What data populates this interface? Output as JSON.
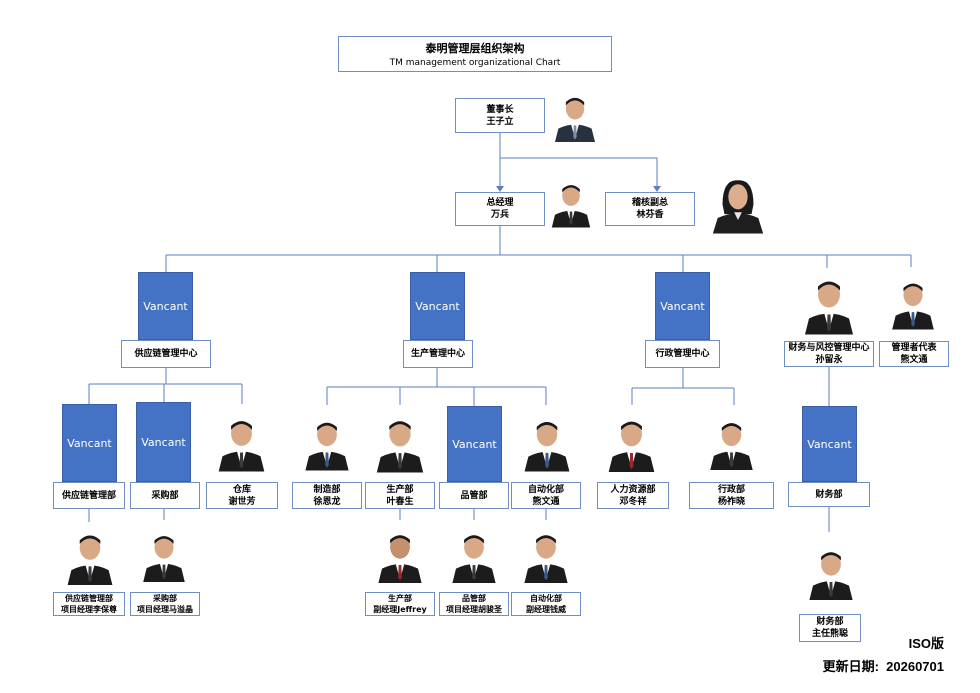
{
  "title": {
    "cn": "泰明管理层组织架构",
    "en": "TM management organizational Chart"
  },
  "vacant_label": "Vancant",
  "chairman": {
    "role": "董事长",
    "name": "王子立"
  },
  "general_manager": {
    "role": "总经理",
    "name": "万兵"
  },
  "audit_vp": {
    "role": "稽核副总",
    "name": "林芬香"
  },
  "supply_center": {
    "name": "供应链管理中心"
  },
  "production_center": {
    "name": "生产管理中心"
  },
  "admin_center": {
    "name": "行政管理中心"
  },
  "finance_center": {
    "role": "财务与风控管理中心",
    "name": "孙留永"
  },
  "management_rep": {
    "role": "管理者代表",
    "name": "熊文通"
  },
  "supply_dept": {
    "name": "供应链管理部"
  },
  "purchasing_dept": {
    "name": "采购部"
  },
  "warehouse": {
    "role": "仓库",
    "name": "谢世芳"
  },
  "supply_pm": {
    "role": "供应链管理部",
    "name": "项目经理李保尊"
  },
  "purchasing_pm": {
    "role": "采购部",
    "name": "项目经理马溢晶"
  },
  "manufacturing_dept": {
    "role": "制造部",
    "name": "徐恩龙"
  },
  "production_dept": {
    "role": "生产部",
    "name": "叶春生"
  },
  "quality_dept": {
    "name": "品管部"
  },
  "automation_dept": {
    "role": "自动化部",
    "name": "熊文通"
  },
  "production_vm": {
    "role": "生产部",
    "name": "副经理Jeffrey"
  },
  "quality_pm": {
    "role": "品管部",
    "name": "项目经理胡骏圣"
  },
  "automation_vm": {
    "role": "自动化部",
    "name": "副经理钱威"
  },
  "hr_dept": {
    "role": "人力资源部",
    "name": "邓冬祥"
  },
  "admin_dept": {
    "role": "行政部",
    "name": "杨祚晓"
  },
  "finance_dept": {
    "name": "财务部"
  },
  "finance_director": {
    "role": "财务部",
    "name": "主任熊聪"
  },
  "footer": {
    "version": "ISO版",
    "date_label": "更新日期:",
    "date": "20260701"
  },
  "colors": {
    "vacant_fill": "#4472c4",
    "box_border": "#6f8fc4",
    "connector": "#5b7fc0"
  }
}
